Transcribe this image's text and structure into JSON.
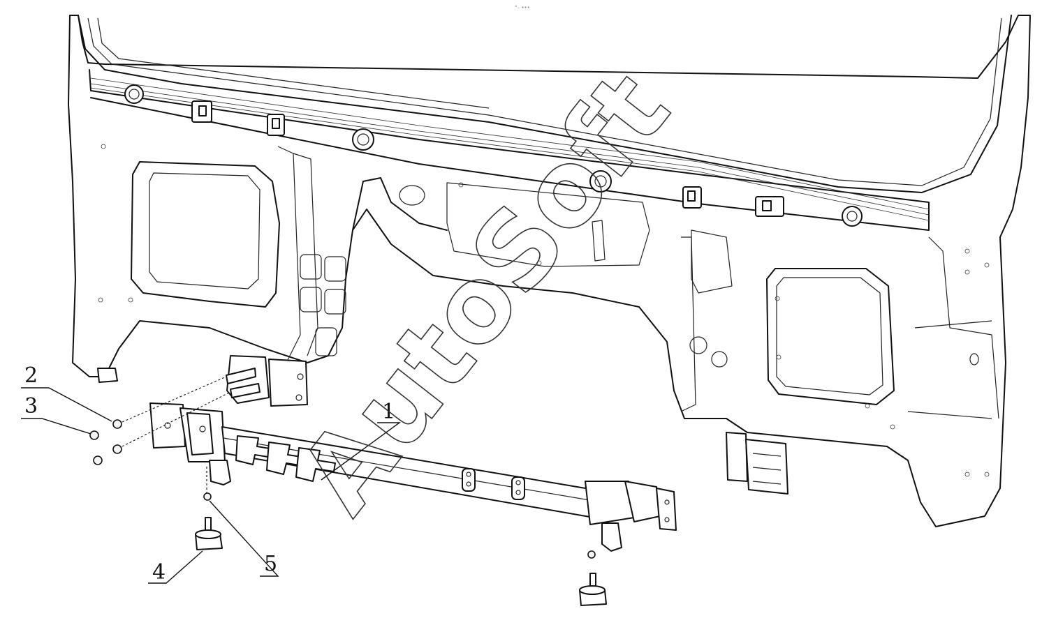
{
  "diagram": {
    "top_mark": "°₋ •••",
    "watermark": "AutoSoft",
    "callouts": [
      {
        "id": "1",
        "label": "1"
      },
      {
        "id": "2",
        "label": "2"
      },
      {
        "id": "3",
        "label": "3"
      },
      {
        "id": "4",
        "label": "4"
      },
      {
        "id": "5",
        "label": "5"
      }
    ]
  }
}
